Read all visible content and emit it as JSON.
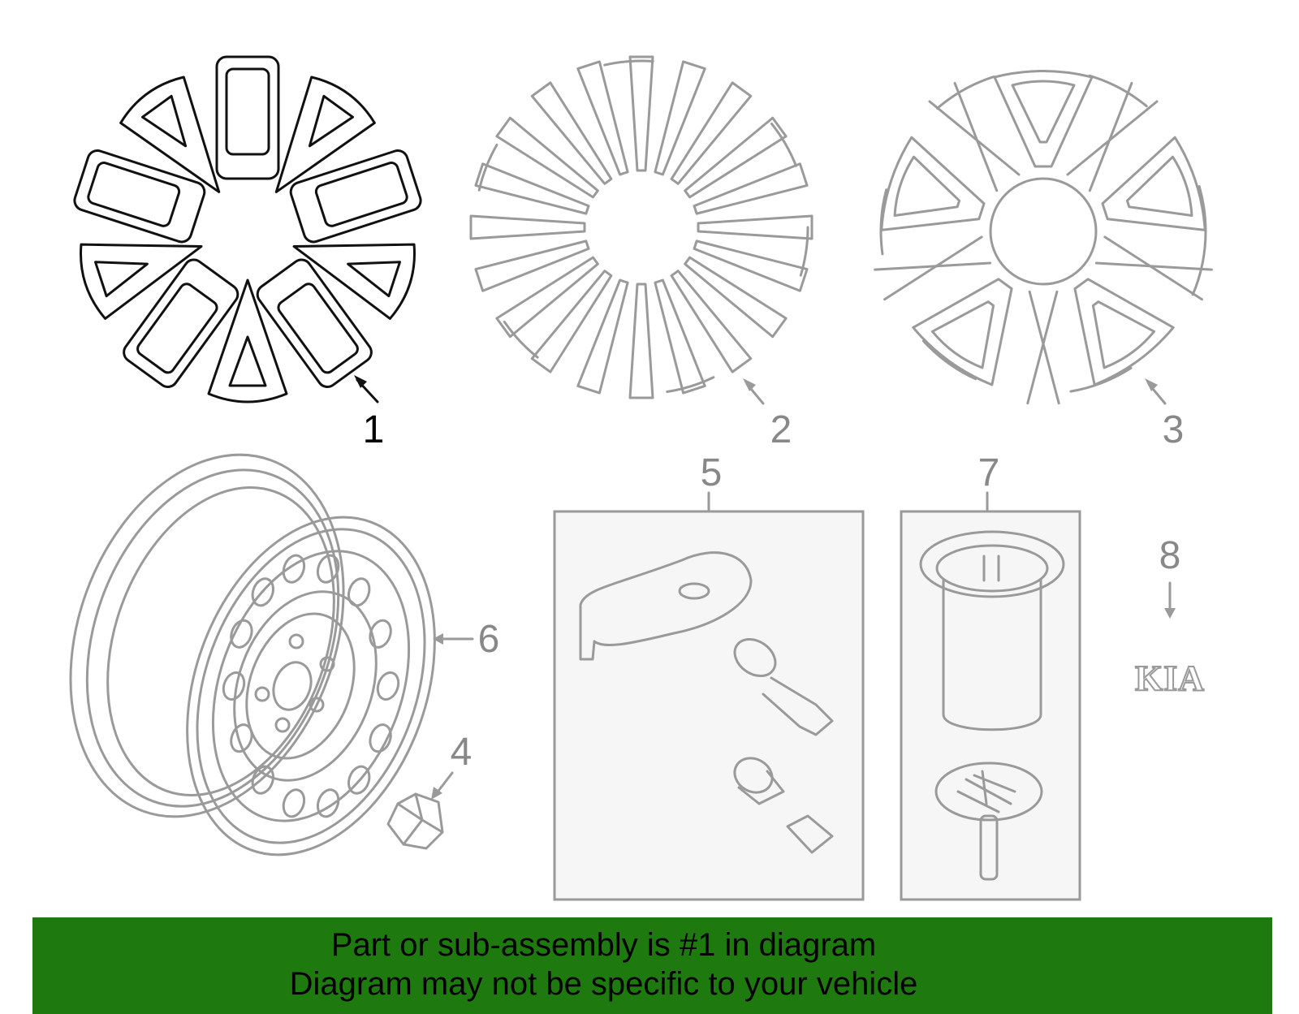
{
  "callouts": {
    "c1": "1",
    "c2": "2",
    "c3": "3",
    "c4": "4",
    "c5": "5",
    "c6": "6",
    "c7": "7",
    "c8": "8"
  },
  "emblem_text": "KIA",
  "banner": {
    "line1": "Part or sub-assembly is #1 in diagram",
    "line2": "Diagram may not be specific to your vehicle",
    "color": "#1e7a0f"
  },
  "highlight_color": "#000000",
  "line_color": "#9a9a9a"
}
